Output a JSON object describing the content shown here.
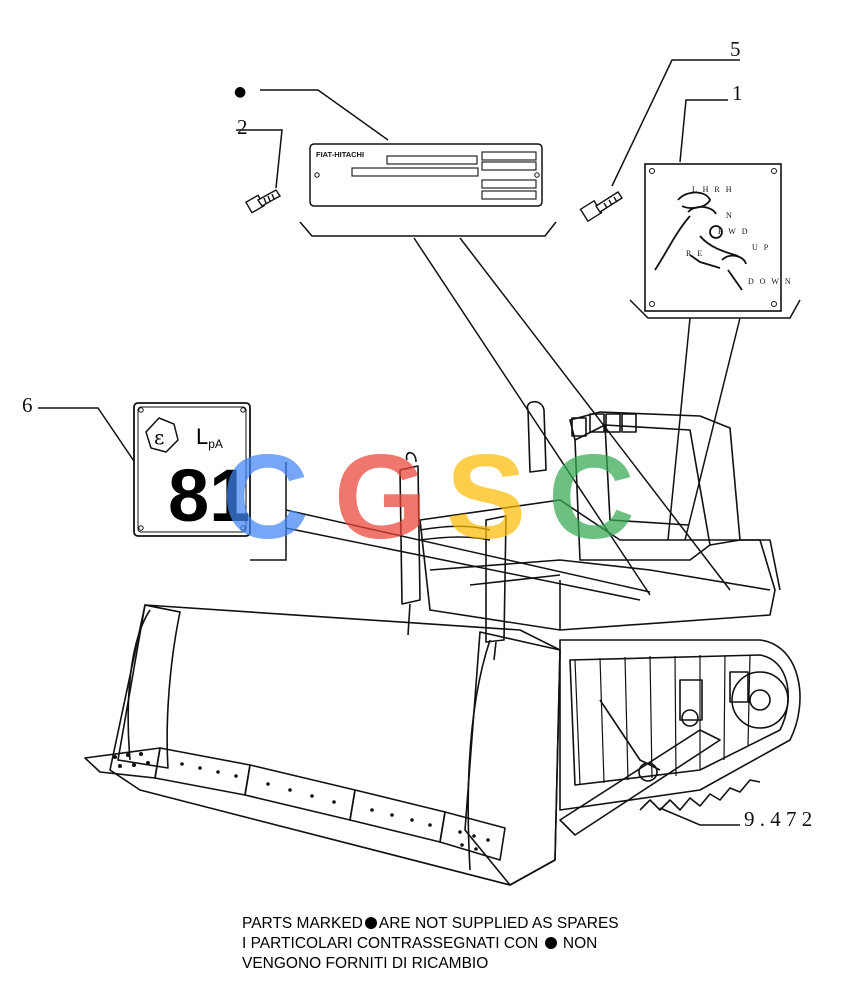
{
  "callouts": {
    "item1": "1",
    "item2": "2",
    "item5": "5",
    "item6": "6",
    "bullet": "●"
  },
  "figure_ref": "9 . 4 7 2",
  "plates": {
    "fiat_hitachi": {
      "brand": "FIAT-HITACHI"
    },
    "control_decal": {
      "lines": [
        "L H R H",
        "N",
        "F W D",
        "R E",
        "U P",
        "D O W N"
      ]
    },
    "noise_plate": {
      "symbol": "ε",
      "label_main": "L",
      "label_sub": "pA",
      "value": "81"
    }
  },
  "watermark": {
    "letters": [
      "C",
      "G",
      "S",
      "C"
    ],
    "colors": [
      "#4285F4",
      "#EA4335",
      "#FBBC05",
      "#34A853"
    ]
  },
  "note": {
    "line1_a": "PARTS MARKED",
    "line1_b": "ARE NOT SUPPLIED AS SPARES",
    "line2_a": "I  PARTICOLARI  CONTRASSEGNATI  CON",
    "line2_b": "NON",
    "line3": "VENGONO FORNITI DI RICAMBIO"
  }
}
